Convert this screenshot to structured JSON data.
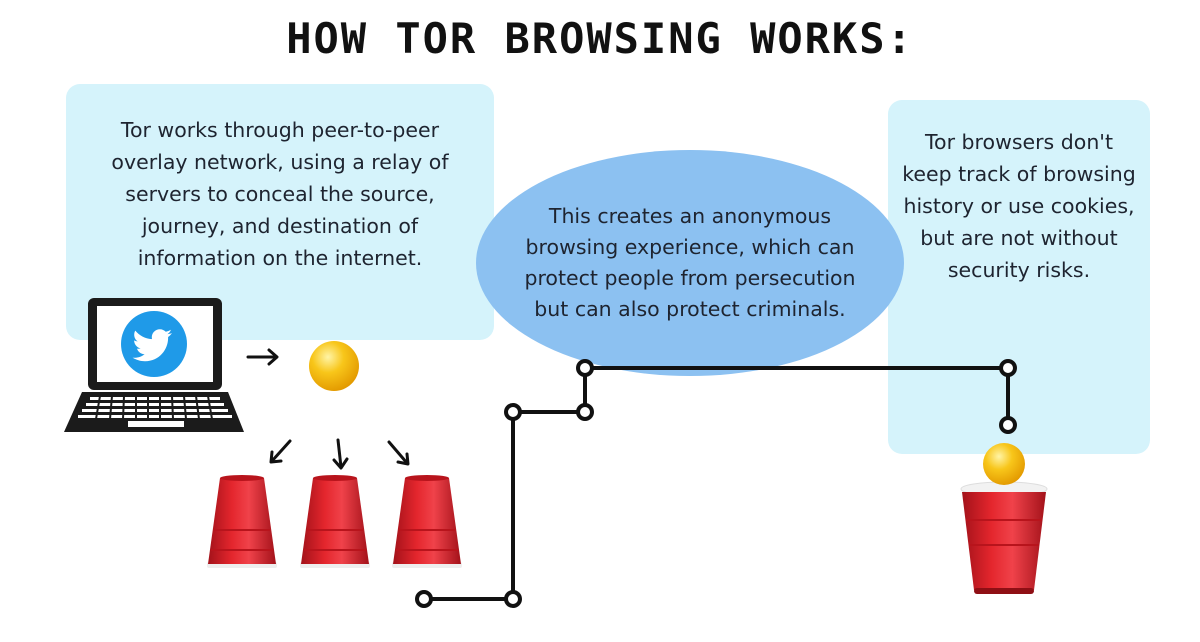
{
  "title": "How Tor browsing works:",
  "boxes": {
    "left_text": "Tor works through peer-to-peer overlay network, using a relay of servers to conceal the source, journey, and destination of information on the internet.",
    "center_text": "This creates an anonymous browsing experience, which can protect people from persecution but can also protect criminals.",
    "right_text": "Tor browsers don't keep track of browsing history or use cookies, but are not without security risks."
  },
  "colors": {
    "box_fill": "#d5f3fb",
    "ellipse_fill": "#8cc1f1",
    "cup_red": "#e01f26",
    "cup_dark": "#a3121a",
    "ball_yellow": "#f8c61a",
    "twitter_blue": "#1f9ae8",
    "line": "#111111"
  },
  "icons": [
    "laptop-icon",
    "twitter-bird-icon",
    "arrow-icon",
    "red-cup-icon",
    "yellow-ball-icon",
    "circuit-node-icon"
  ]
}
